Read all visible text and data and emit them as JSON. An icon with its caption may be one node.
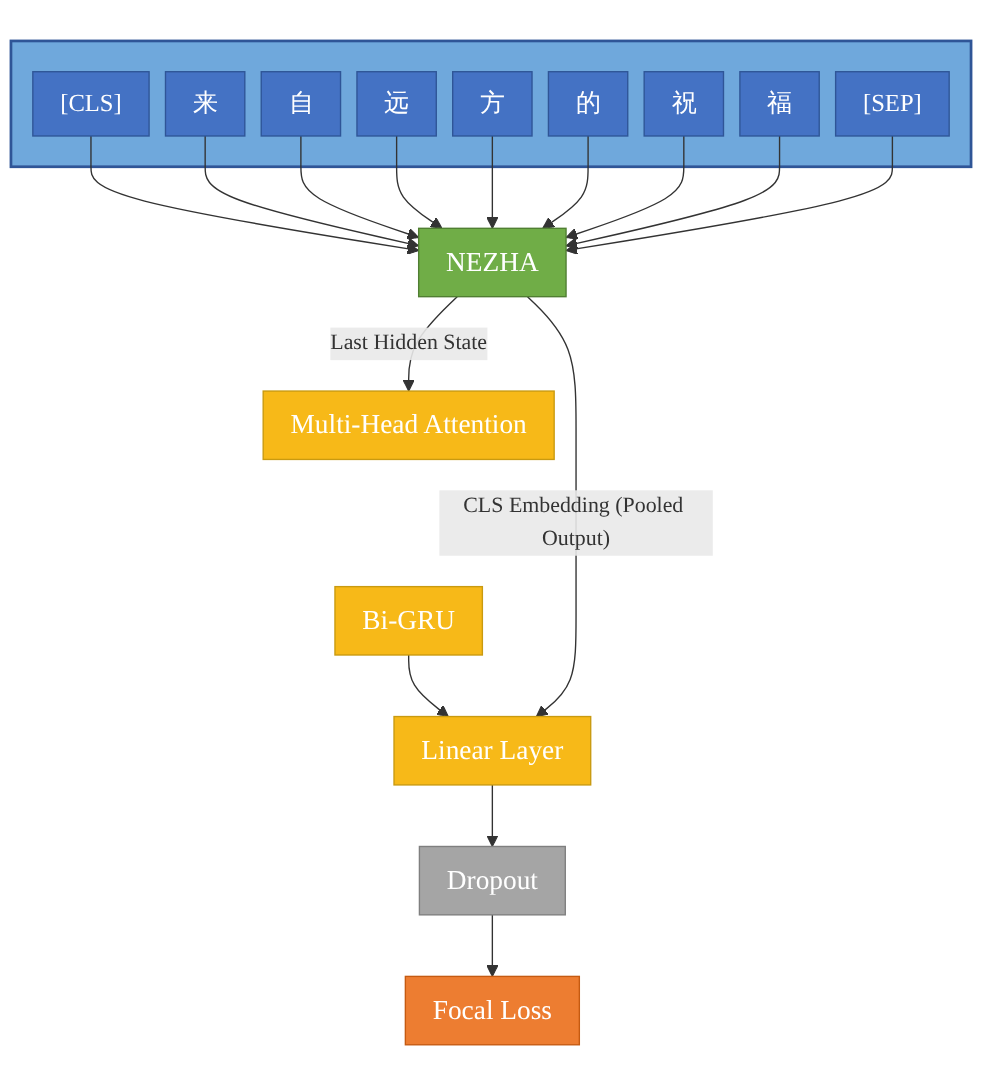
{
  "diagram": {
    "nodes": [
      {
        "text": [],
        "shape": "box"
      },
      {
        "text": [
          "[CLS]"
        ],
        "in": 0
      },
      {
        "text": [
          "来"
        ],
        "in": 0
      },
      {
        "text": [
          "自"
        ],
        "in": 0
      },
      {
        "text": [
          "远"
        ],
        "in": 0
      },
      {
        "text": [
          "方"
        ],
        "in": 0
      },
      {
        "text": [
          "的"
        ],
        "in": 0
      },
      {
        "text": [
          "祝"
        ],
        "in": 0
      },
      {
        "text": [
          "福"
        ],
        "in": 0
      },
      {
        "text": [
          "[SEP]"
        ],
        "in": 0
      },
      {
        "text": [
          "NEZHA"
        ]
      },
      {
        "text": [
          "Multi-Head Attention"
        ]
      },
      {
        "text": [
          "Bi-GRU"
        ]
      },
      {
        "text": [
          "Linear Layer"
        ]
      },
      {
        "text": [
          "Dropout"
        ]
      },
      {
        "text": [
          "Focal Loss"
        ]
      }
    ],
    "edges": [
      {
        "from": 1,
        "to": 10,
        "arrow": "to"
      },
      {
        "from": 2,
        "to": 10,
        "arrow": "to"
      },
      {
        "from": 3,
        "to": 10,
        "arrow": "to"
      },
      {
        "from": 4,
        "to": 10,
        "arrow": "to"
      },
      {
        "from": 5,
        "to": 10,
        "arrow": "to"
      },
      {
        "from": 6,
        "to": 10,
        "arrow": "to"
      },
      {
        "from": 7,
        "to": 10,
        "arrow": "to"
      },
      {
        "from": 8,
        "to": 10,
        "arrow": "to"
      },
      {
        "from": 9,
        "to": 10,
        "arrow": "to"
      },
      {
        "from": 10,
        "to": 11,
        "arrow": "to",
        "label": "Last Hidden State"
      },
      {
        "from": 12,
        "to": 13,
        "arrow": "to"
      },
      {
        "from": 10,
        "to": 13,
        "arrow": "to",
        "label": "CLS Embedding (Pooled Output)"
      },
      {
        "from": 13,
        "to": 14,
        "arrow": "to"
      },
      {
        "from": 14,
        "to": 15,
        "arrow": "to"
      }
    ]
  }
}
